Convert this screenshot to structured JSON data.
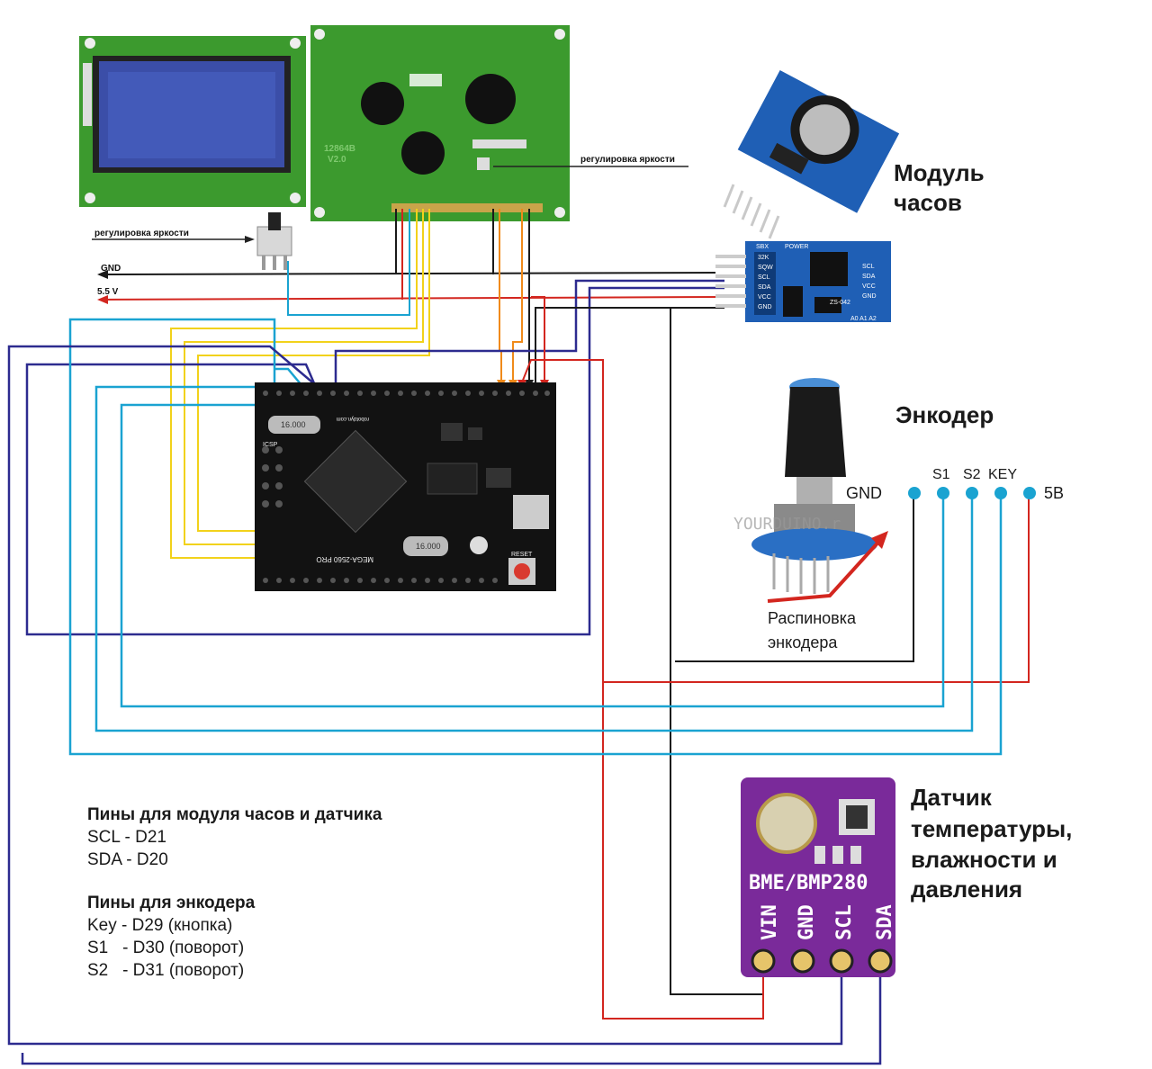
{
  "title_clock": [
    "Модуль",
    "часов"
  ],
  "title_encoder": "Энкодер",
  "title_sensor": [
    "Датчик",
    "температуры,",
    "влажности и",
    "давления"
  ],
  "brightness_label_1": "регулировка яркости",
  "brightness_label_2": "регулировка яркости",
  "rail_gnd": "GND",
  "rail_5v": "5.5 V",
  "encoder_pins": {
    "gnd": "GND",
    "s1": "S1",
    "s2": "S2",
    "key": "KEY",
    "v5": "5B"
  },
  "encoder_pinout_label": [
    "Распиновка",
    "энкодера"
  ],
  "encoder_watermark": "YOURDUINO.r",
  "rtc_pins_left": [
    "32K",
    "SQW",
    "SCL",
    "SDA",
    "VCC",
    "GND"
  ],
  "rtc_pins_right": [
    "SCL",
    "SDA",
    "VCC",
    "GND"
  ],
  "rtc_board_text": [
    "POWER",
    "ZS-042",
    "A0 A1 A2",
    "SBX"
  ],
  "bme_label": "BME/BMP280",
  "bme_pins": [
    "VIN",
    "GND",
    "SCL",
    "SDA"
  ],
  "lcd_board_text": [
    "12864B",
    "V2.0"
  ],
  "mega_board_text": [
    "MEGA-2560 PRO",
    "RESET",
    "ICSP",
    "robotdyn.com",
    "16.000"
  ],
  "notes": {
    "clock_header": "Пины для модуля часов и датчика",
    "clock_lines": [
      "SCL - D21",
      "SDA - D20"
    ],
    "encoder_header": "Пины для энкодера",
    "encoder_lines": [
      "Key - D29 (кнопка)",
      "S1   - D30 (поворот)",
      "S2   - D31 (поворот)"
    ]
  },
  "colors": {
    "wire_gnd": "#1a1a1a",
    "wire_5v": "#d3261f",
    "wire_sda": "#2d2b8f",
    "wire_cyan": "#1aa3d1",
    "wire_yellow": "#f2d21b",
    "wire_orange": "#f08a1a",
    "pcb_green": "#3c9a2e",
    "pcb_black": "#121212",
    "rtc_blue": "#1f5fb5",
    "bme_purple": "#7a2a9a"
  }
}
